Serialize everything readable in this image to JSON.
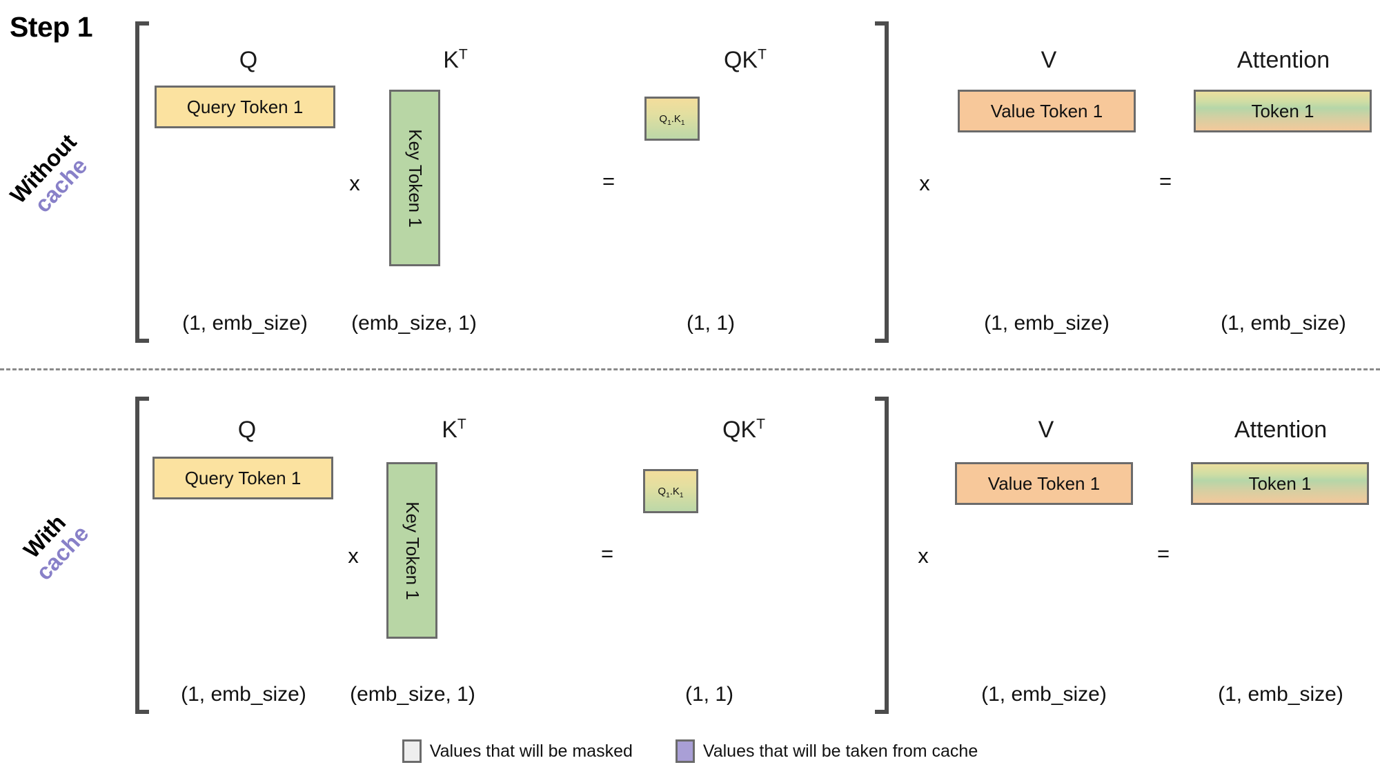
{
  "title": "Step 1",
  "colors": {
    "query": "#fbe2a0",
    "key": "#b8d6a5",
    "value": "#f7c89a",
    "border": "#6b6b6b",
    "bracket": "#4d4d4d",
    "accent_purple": "#8880c8",
    "legend_masked": "#eeeeee",
    "legend_cached": "#a99fd6"
  },
  "rows": [
    {
      "id": "without-cache",
      "label_plain": "Without",
      "label_accent": "cache",
      "captions": {
        "q": "Q",
        "kt": "K",
        "kt_sup": "T",
        "qkt": "QK",
        "qkt_sup": "T",
        "v": "V",
        "attention": "Attention"
      },
      "cells": {
        "query": "Query Token 1",
        "key": "Key Token 1",
        "qk_base_1": "Q",
        "qk_sub_1": "1",
        "qk_dot": ".",
        "qk_base_2": "K",
        "qk_sub_2": "1",
        "value": "Value Token 1",
        "attention": "Token 1"
      },
      "operators": {
        "times_1": "x",
        "equals_1": "=",
        "times_2": "x",
        "equals_2": "="
      },
      "shapes": {
        "q": "(1, emb_size)",
        "kt": "(emb_size, 1)",
        "qkt": "(1, 1)",
        "v": "(1, emb_size)",
        "attention": "(1, emb_size)"
      }
    },
    {
      "id": "with-cache",
      "label_plain": "With",
      "label_accent": "cache",
      "captions": {
        "q": "Q",
        "kt": "K",
        "kt_sup": "T",
        "qkt": "QK",
        "qkt_sup": "T",
        "v": "V",
        "attention": "Attention"
      },
      "cells": {
        "query": "Query Token 1",
        "key": "Key Token 1",
        "qk_base_1": "Q",
        "qk_sub_1": "1",
        "qk_dot": ".",
        "qk_base_2": "K",
        "qk_sub_2": "1",
        "value": "Value Token 1",
        "attention": "Token 1"
      },
      "operators": {
        "times_1": "x",
        "equals_1": "=",
        "times_2": "x",
        "equals_2": "="
      },
      "shapes": {
        "q": "(1, emb_size)",
        "kt": "(emb_size, 1)",
        "qkt": "(1, 1)",
        "v": "(1, emb_size)",
        "attention": "(1, emb_size)"
      }
    }
  ],
  "legend": [
    {
      "id": "masked",
      "label": "Values that will be masked"
    },
    {
      "id": "cached",
      "label": "Values that will be taken from cache"
    }
  ]
}
